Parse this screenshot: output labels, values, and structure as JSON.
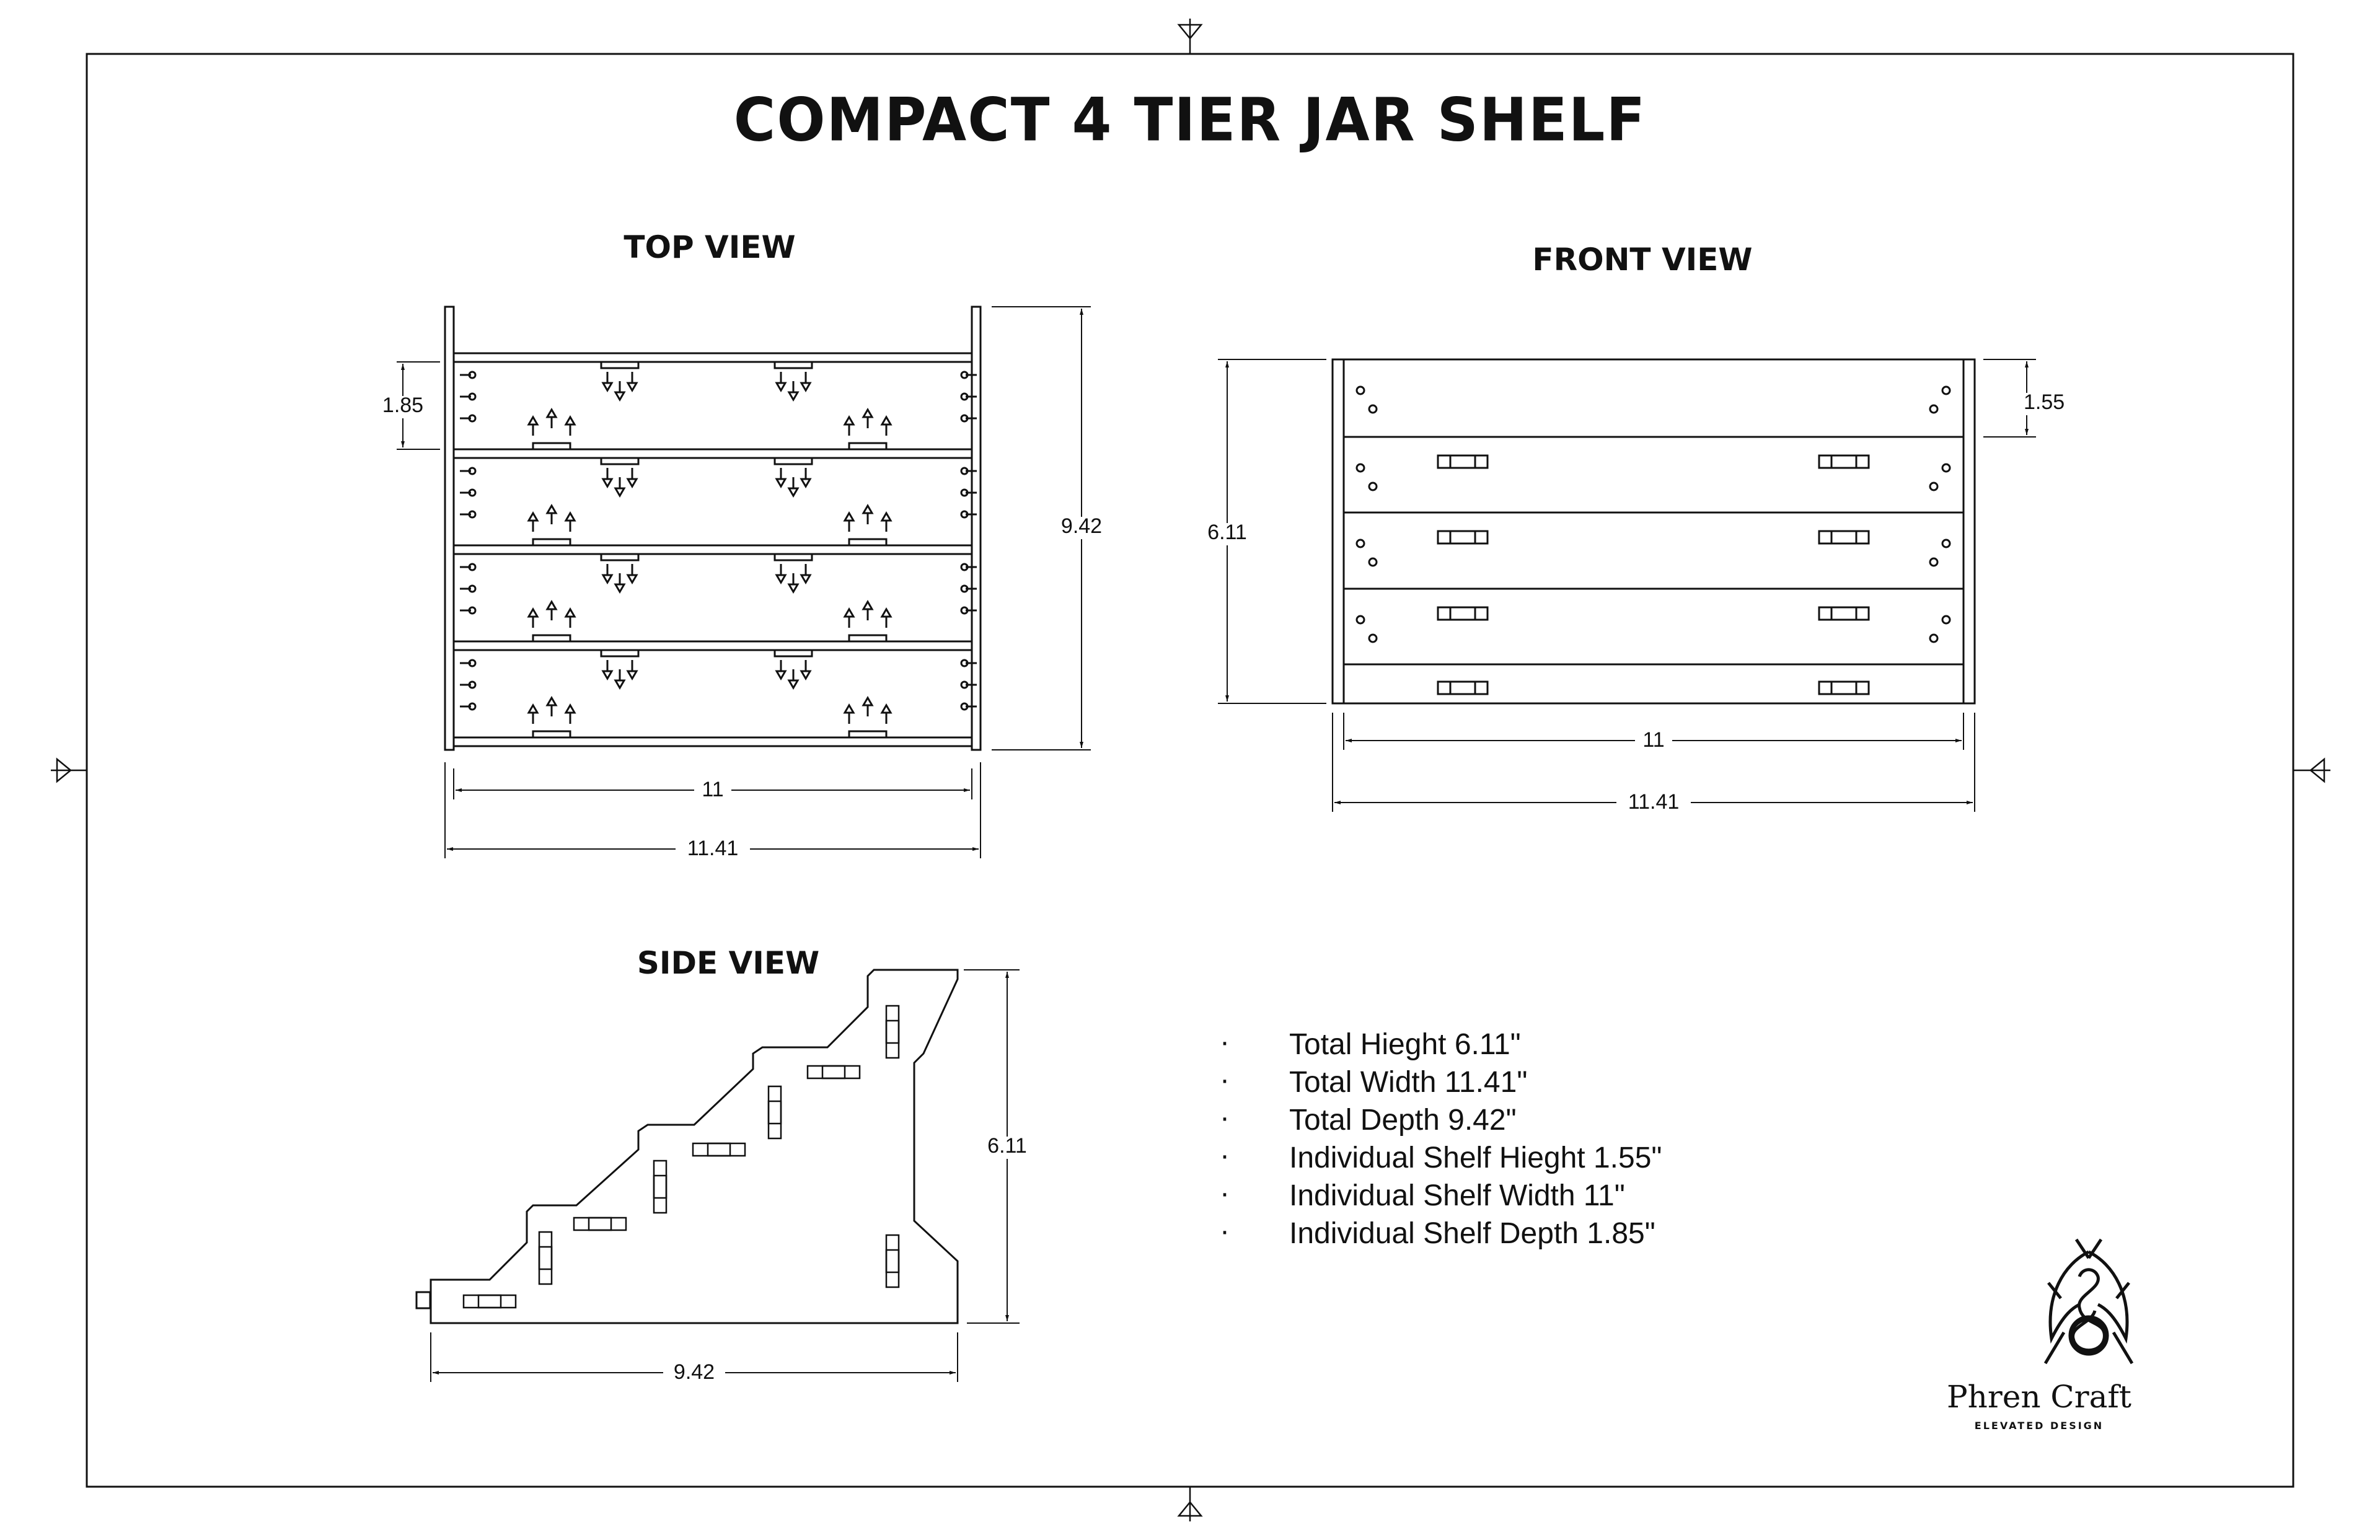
{
  "title": "COMPACT 4 TIER JAR SHELF",
  "views": {
    "top": {
      "label": "TOP VIEW",
      "dims": {
        "shelf_depth": "1.85",
        "total_depth": "9.42",
        "shelf_width": "11",
        "total_width": "11.41"
      }
    },
    "front": {
      "label": "FRONT VIEW",
      "dims": {
        "shelf_height": "1.55",
        "total_height": "6.11",
        "shelf_width": "11",
        "total_width": "11.41"
      }
    },
    "side": {
      "label": "SIDE VIEW",
      "dims": {
        "total_height": "6.11",
        "total_depth": "9.42"
      }
    }
  },
  "specs": [
    {
      "bullet": "·",
      "text": "Total Hieght  6.11\""
    },
    {
      "bullet": "·",
      "text": "Total Width  11.41\""
    },
    {
      "bullet": "·",
      "text": "Total Depth 9.42\""
    },
    {
      "bullet": "·",
      "text": "Individual Shelf Hieght 1.55\""
    },
    {
      "bullet": "·",
      "text": "Individual Shelf Width 11\""
    },
    {
      "bullet": "·",
      "text": "Individual Shelf Depth 1.85\""
    }
  ],
  "brand": {
    "name": "Phren Craft",
    "tagline": "ELEVATED DESIGN"
  },
  "colors": {
    "line": "#111111",
    "background": "#ffffff"
  }
}
